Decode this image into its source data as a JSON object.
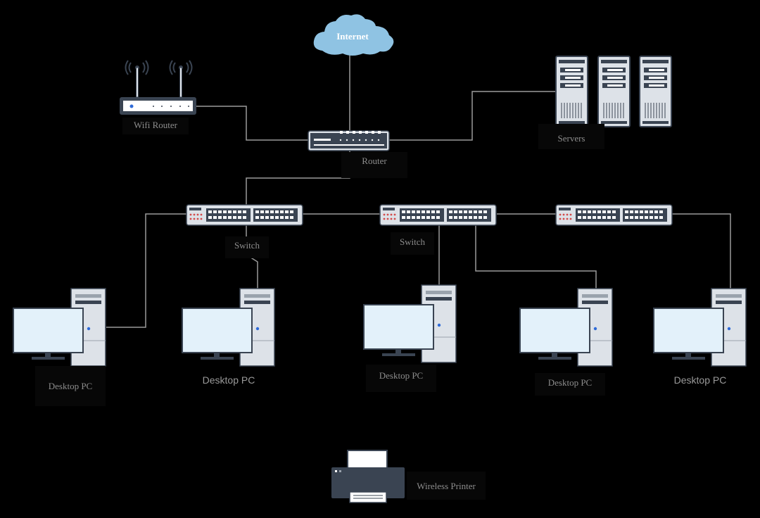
{
  "internet": {
    "label": "Internet"
  },
  "wifi_router": {
    "label": "Wifi Router"
  },
  "router": {
    "label": "Router"
  },
  "servers": {
    "label": "Servers"
  },
  "switches": [
    {
      "label": "Switch"
    },
    {
      "label": "Switch"
    },
    {
      "label": ""
    }
  ],
  "desktops": [
    {
      "label": "Desktop PC"
    },
    {
      "label": "Desktop PC"
    },
    {
      "label": "Desktop PC"
    },
    {
      "label": "Desktop PC"
    },
    {
      "label": "Desktop PC"
    }
  ],
  "printer": {
    "label": "Wireless Printer"
  },
  "colors": {
    "background": "#000000",
    "cable": "#9b9b9b",
    "device_dark": "#3a4452",
    "device_light": "#dde2e8",
    "screen": "#e3f1fa",
    "cloud": "#8fc3e3",
    "accent": "#2f6bd8"
  }
}
